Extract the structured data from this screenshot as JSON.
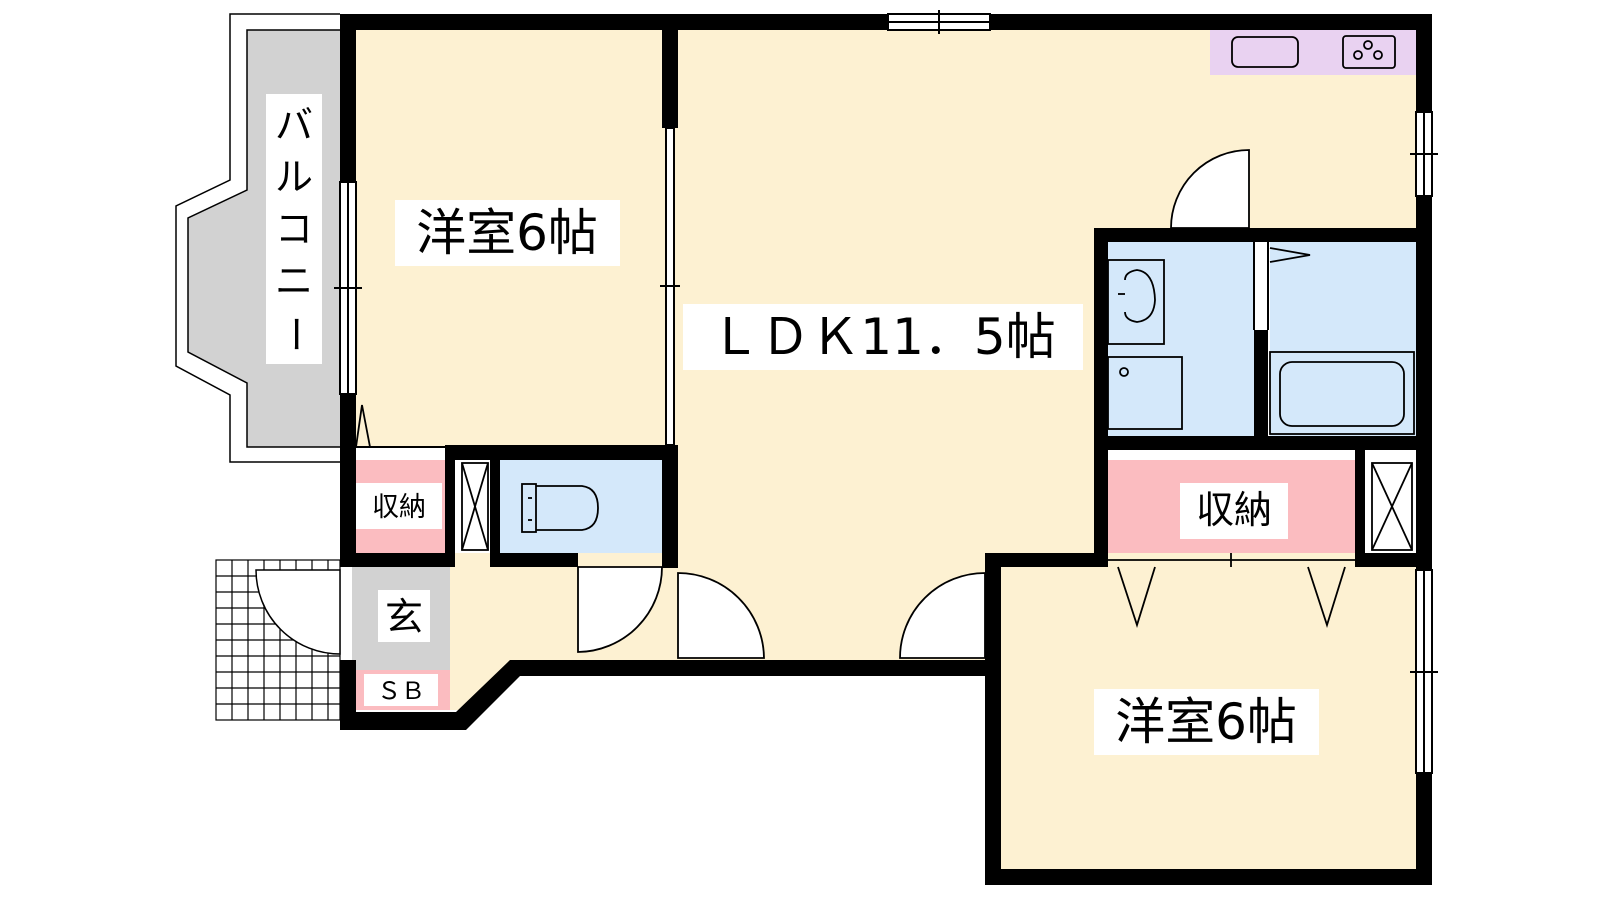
{
  "floorplan": {
    "rooms": {
      "western_room_1": "洋室6帖",
      "ldk": "ＬＤＫ11．5帖",
      "western_room_2": "洋室6帖",
      "storage_left": "収納",
      "storage_right": "収納",
      "entrance": "玄",
      "shoe_box": "ＳＢ"
    },
    "balcony": [
      "バ",
      "ル",
      "コ",
      "ニ",
      "ー"
    ]
  },
  "colors": {
    "room_floor": "#fdf1d2",
    "wet_area": "#d4e8fa",
    "storage": "#fbbcc0",
    "kitchen": "#e9d2f1",
    "balcony": "#d2d2d2",
    "entrance_floor": "#d2d2d2",
    "wall": "#000000"
  }
}
